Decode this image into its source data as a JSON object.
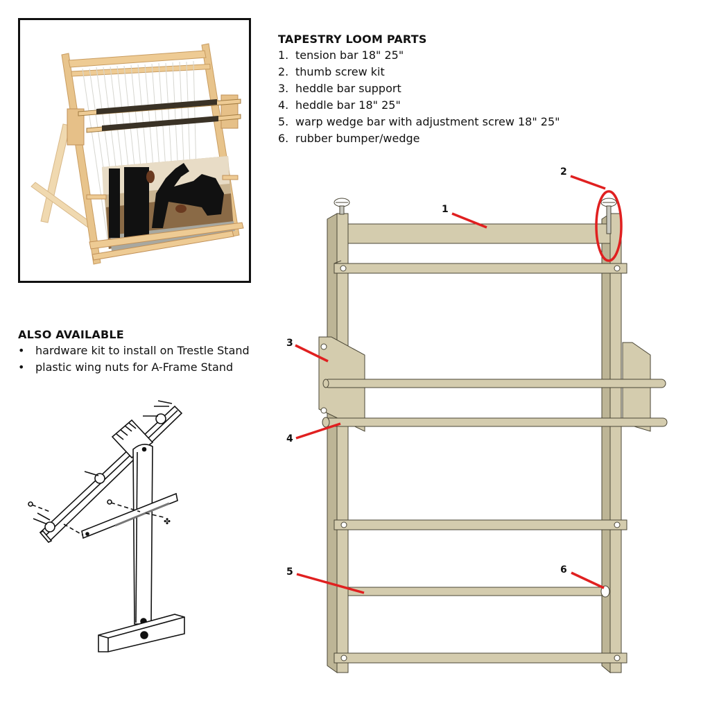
{
  "parts_list": {
    "heading": "TAPESTRY LOOM PARTS",
    "items": [
      {
        "num": "1.",
        "label": "tension bar 18\" 25\""
      },
      {
        "num": "2.",
        "label": "thumb screw kit"
      },
      {
        "num": "3.",
        "label": "heddle bar support"
      },
      {
        "num": "4.",
        "label": "heddle bar 18\" 25\""
      },
      {
        "num": "5.",
        "label": "warp wedge bar with adjustment screw 18\" 25\""
      },
      {
        "num": "6.",
        "label": "rubber bumper/wedge"
      }
    ]
  },
  "also_available": {
    "heading": "ALSO AVAILABLE",
    "bullet": "•",
    "items": [
      "hardware kit to install on Trestle Stand",
      "plastic wing nuts for A-Frame Stand"
    ]
  },
  "diagram": {
    "callouts": [
      "1",
      "2",
      "3",
      "4",
      "5",
      "6"
    ],
    "colors": {
      "wood": "#d4ccae",
      "wood_shade": "#bdb596",
      "outline": "#4a4636",
      "callout_line": "#e02020"
    }
  },
  "photo": {
    "alt": "tapestry loom photo with woven tapestry"
  },
  "trestle": {
    "alt": "trestle stand line drawing"
  }
}
